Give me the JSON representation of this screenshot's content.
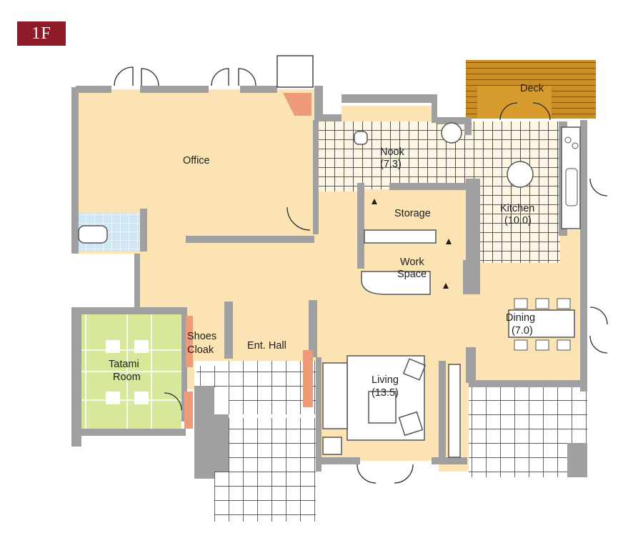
{
  "floor": "1F",
  "rooms": {
    "office": "Office",
    "nook": "Nook",
    "nook_size": "(7.3)",
    "storage": "Storage",
    "kitchen": "Kitchen",
    "kitchen_size": "(10.0)",
    "work": "Work",
    "space": "Space",
    "dining": "Dining",
    "dining_size": "(7.0)",
    "tatami": "Tatami",
    "tatami_room": "Room",
    "shoes": "Shoes",
    "cloak": "Cloak",
    "ent_hall": "Ent. Hall",
    "living": "Living",
    "living_size": "(13.5)",
    "deck": "Deck"
  },
  "colors": {
    "floor": "#fbe3b4",
    "wall": "#a0a0a0",
    "deck": "#c98f26",
    "tatami": "#d7e89a",
    "bath": "#cfe6f5",
    "accent": "#ef9a78",
    "badge": "#8e1b27"
  }
}
